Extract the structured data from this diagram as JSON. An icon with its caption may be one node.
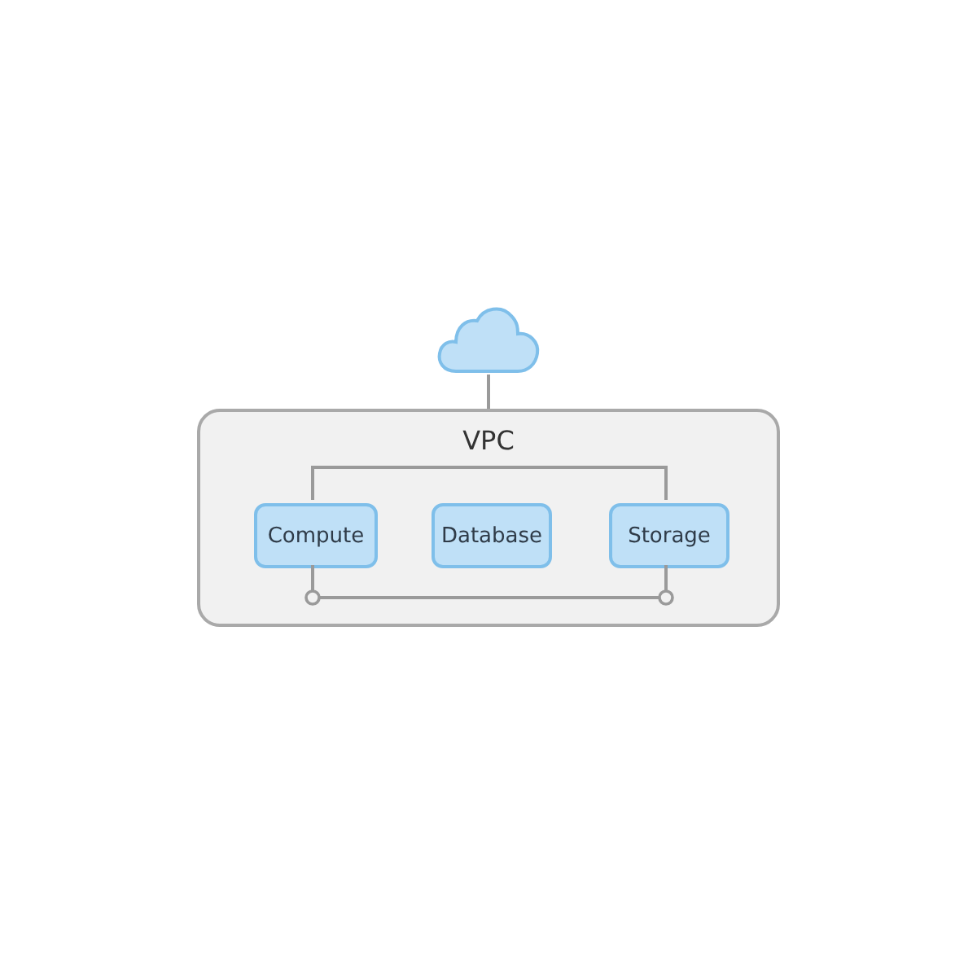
{
  "diagram": {
    "nodes": [
      {
        "text": [],
        "shape": "cloud"
      },
      {
        "text": [
          "VPC"
        ]
      },
      {
        "text": [
          "Compute"
        ],
        "in": 1
      },
      {
        "text": [
          "Database"
        ],
        "in": 1
      },
      {
        "text": [
          "Storage"
        ],
        "in": 1
      }
    ],
    "edges": [
      {
        "from": 0,
        "to": 1,
        "arrow": "none"
      },
      {
        "from": 2,
        "to": 4,
        "arrow": "none"
      },
      {
        "from": 2,
        "to": 4,
        "arrow": "other"
      }
    ]
  }
}
